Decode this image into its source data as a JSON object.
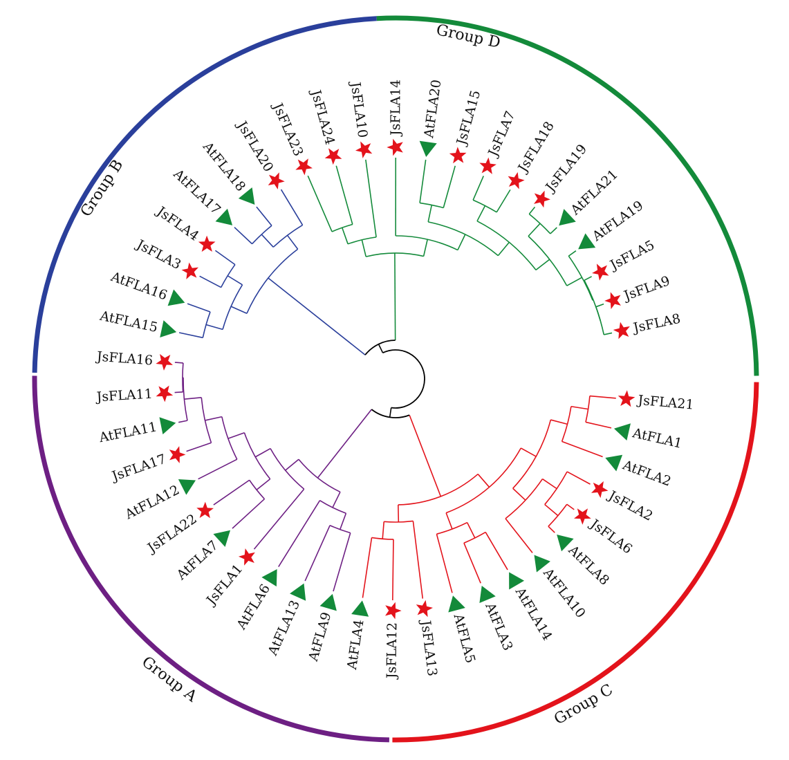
{
  "tree": {
    "groups": [
      {
        "id": "D",
        "name": "Group D",
        "color": "#138a3a"
      },
      {
        "id": "C",
        "name": "Group C",
        "color": "#e3131b"
      },
      {
        "id": "A",
        "name": "Group A",
        "color": "#6d1f83"
      },
      {
        "id": "B",
        "name": "Group B",
        "color": "#2a3f9b"
      }
    ],
    "colors": {
      "root": "#000000",
      "js_marker": "#e3131b",
      "at_marker": "#138a3a"
    },
    "marker_types": {
      "JsFLA": "red-star",
      "AtFLA": "green-triangle"
    },
    "leaves": [
      {
        "label": "JsFLA21",
        "group": "C",
        "marker": "star"
      },
      {
        "label": "AtFLA1",
        "group": "C",
        "marker": "triangle"
      },
      {
        "label": "AtFLA2",
        "group": "C",
        "marker": "triangle"
      },
      {
        "label": "JsFLA2",
        "group": "C",
        "marker": "star"
      },
      {
        "label": "JsFLA6",
        "group": "C",
        "marker": "star"
      },
      {
        "label": "AtFLA8",
        "group": "C",
        "marker": "triangle"
      },
      {
        "label": "AtFLA10",
        "group": "C",
        "marker": "triangle"
      },
      {
        "label": "AtFLA14",
        "group": "C",
        "marker": "triangle"
      },
      {
        "label": "AtFLA3",
        "group": "C",
        "marker": "triangle"
      },
      {
        "label": "AtFLA5",
        "group": "C",
        "marker": "triangle"
      },
      {
        "label": "JsFLA13",
        "group": "C",
        "marker": "star"
      },
      {
        "label": "JsFLA12",
        "group": "C",
        "marker": "star"
      },
      {
        "label": "AtFLA4",
        "group": "C",
        "marker": "triangle"
      },
      {
        "label": "AtFLA9",
        "group": "A",
        "marker": "triangle"
      },
      {
        "label": "AtFLA13",
        "group": "A",
        "marker": "triangle"
      },
      {
        "label": "AtFLA6",
        "group": "A",
        "marker": "triangle"
      },
      {
        "label": "JsFLA1",
        "group": "A",
        "marker": "star"
      },
      {
        "label": "AtFLA7",
        "group": "A",
        "marker": "triangle"
      },
      {
        "label": "JsFLA22",
        "group": "A",
        "marker": "star"
      },
      {
        "label": "AtFLA12",
        "group": "A",
        "marker": "triangle"
      },
      {
        "label": "JsFLA17",
        "group": "A",
        "marker": "star"
      },
      {
        "label": "AtFLA11",
        "group": "A",
        "marker": "triangle"
      },
      {
        "label": "JsFLA11",
        "group": "A",
        "marker": "star"
      },
      {
        "label": "JsFLA16",
        "group": "A",
        "marker": "star"
      },
      {
        "label": "AtFLA15",
        "group": "B",
        "marker": "triangle"
      },
      {
        "label": "AtFLA16",
        "group": "B",
        "marker": "triangle"
      },
      {
        "label": "JsFLA3",
        "group": "B",
        "marker": "star"
      },
      {
        "label": "JsFLA4",
        "group": "B",
        "marker": "star"
      },
      {
        "label": "AtFLA17",
        "group": "B",
        "marker": "triangle"
      },
      {
        "label": "AtFLA18",
        "group": "B",
        "marker": "triangle"
      },
      {
        "label": "JsFLA20",
        "group": "B",
        "marker": "star"
      },
      {
        "label": "JsFLA23",
        "group": "D",
        "marker": "star"
      },
      {
        "label": "JsFLA24",
        "group": "D",
        "marker": "star"
      },
      {
        "label": "JsFLA10",
        "group": "D",
        "marker": "star"
      },
      {
        "label": "JsFLA14",
        "group": "D",
        "marker": "star"
      },
      {
        "label": "AtFLA20",
        "group": "D",
        "marker": "triangle"
      },
      {
        "label": "JsFLA15",
        "group": "D",
        "marker": "star"
      },
      {
        "label": "JsFLA7",
        "group": "D",
        "marker": "star"
      },
      {
        "label": "JsFLA18",
        "group": "D",
        "marker": "star"
      },
      {
        "label": "JsFLA19",
        "group": "D",
        "marker": "star"
      },
      {
        "label": "AtFLA21",
        "group": "D",
        "marker": "triangle"
      },
      {
        "label": "AtFLA19",
        "group": "D",
        "marker": "triangle"
      },
      {
        "label": "JsFLA5",
        "group": "D",
        "marker": "star"
      },
      {
        "label": "JsFLA9",
        "group": "D",
        "marker": "star"
      },
      {
        "label": "JsFLA8",
        "group": "D",
        "marker": "star"
      }
    ],
    "topology": {
      "C": [
        [
          [
            [
              [
                "JsFLA21",
                "AtFLA1"
              ],
              "AtFLA2"
            ],
            [
              [
                "JsFLA2",
                [
                  "JsFLA6",
                  "AtFLA8"
                ]
              ],
              "AtFLA10"
            ]
          ],
          [
            [
              "AtFLA14",
              "AtFLA3"
            ],
            "AtFLA5"
          ]
        ],
        [
          "JsFLA13",
          [
            "JsFLA12",
            "AtFLA4"
          ]
        ]
      ],
      "A": [
        [
          [
            "AtFLA9",
            "AtFLA13"
          ],
          "AtFLA6"
        ],
        [
          "JsFLA1",
          [
            [
              "AtFLA7",
              "JsFLA22"
            ],
            [
              "AtFLA12",
              [
                "JsFLA17",
                [
                  "AtFLA11",
                  [
                    "JsFLA11",
                    "JsFLA16"
                  ]
                ]
              ]
            ]
          ]
        ]
      ],
      "B": [
        [
          [
            "AtFLA15",
            "AtFLA16"
          ],
          [
            "JsFLA3",
            "JsFLA4"
          ]
        ],
        [
          [
            "AtFLA17",
            "AtFLA18"
          ],
          "JsFLA20"
        ]
      ],
      "D": [
        [
          [
            "JsFLA23",
            "JsFLA24"
          ],
          "JsFLA10"
        ],
        [
          "JsFLA14",
          [
            [
              "AtFLA20",
              "JsFLA15"
            ],
            [
              [
                "JsFLA7",
                "JsFLA18"
              ],
              [
                [
                  "JsFLA19",
                  "AtFLA21"
                ],
                [
                  "AtFLA19",
                  [
                    "JsFLA5",
                    [
                      "JsFLA9",
                      "JsFLA8"
                    ]
                  ]
                ]
              ]
            ]
          ]
        ]
      ]
    }
  }
}
